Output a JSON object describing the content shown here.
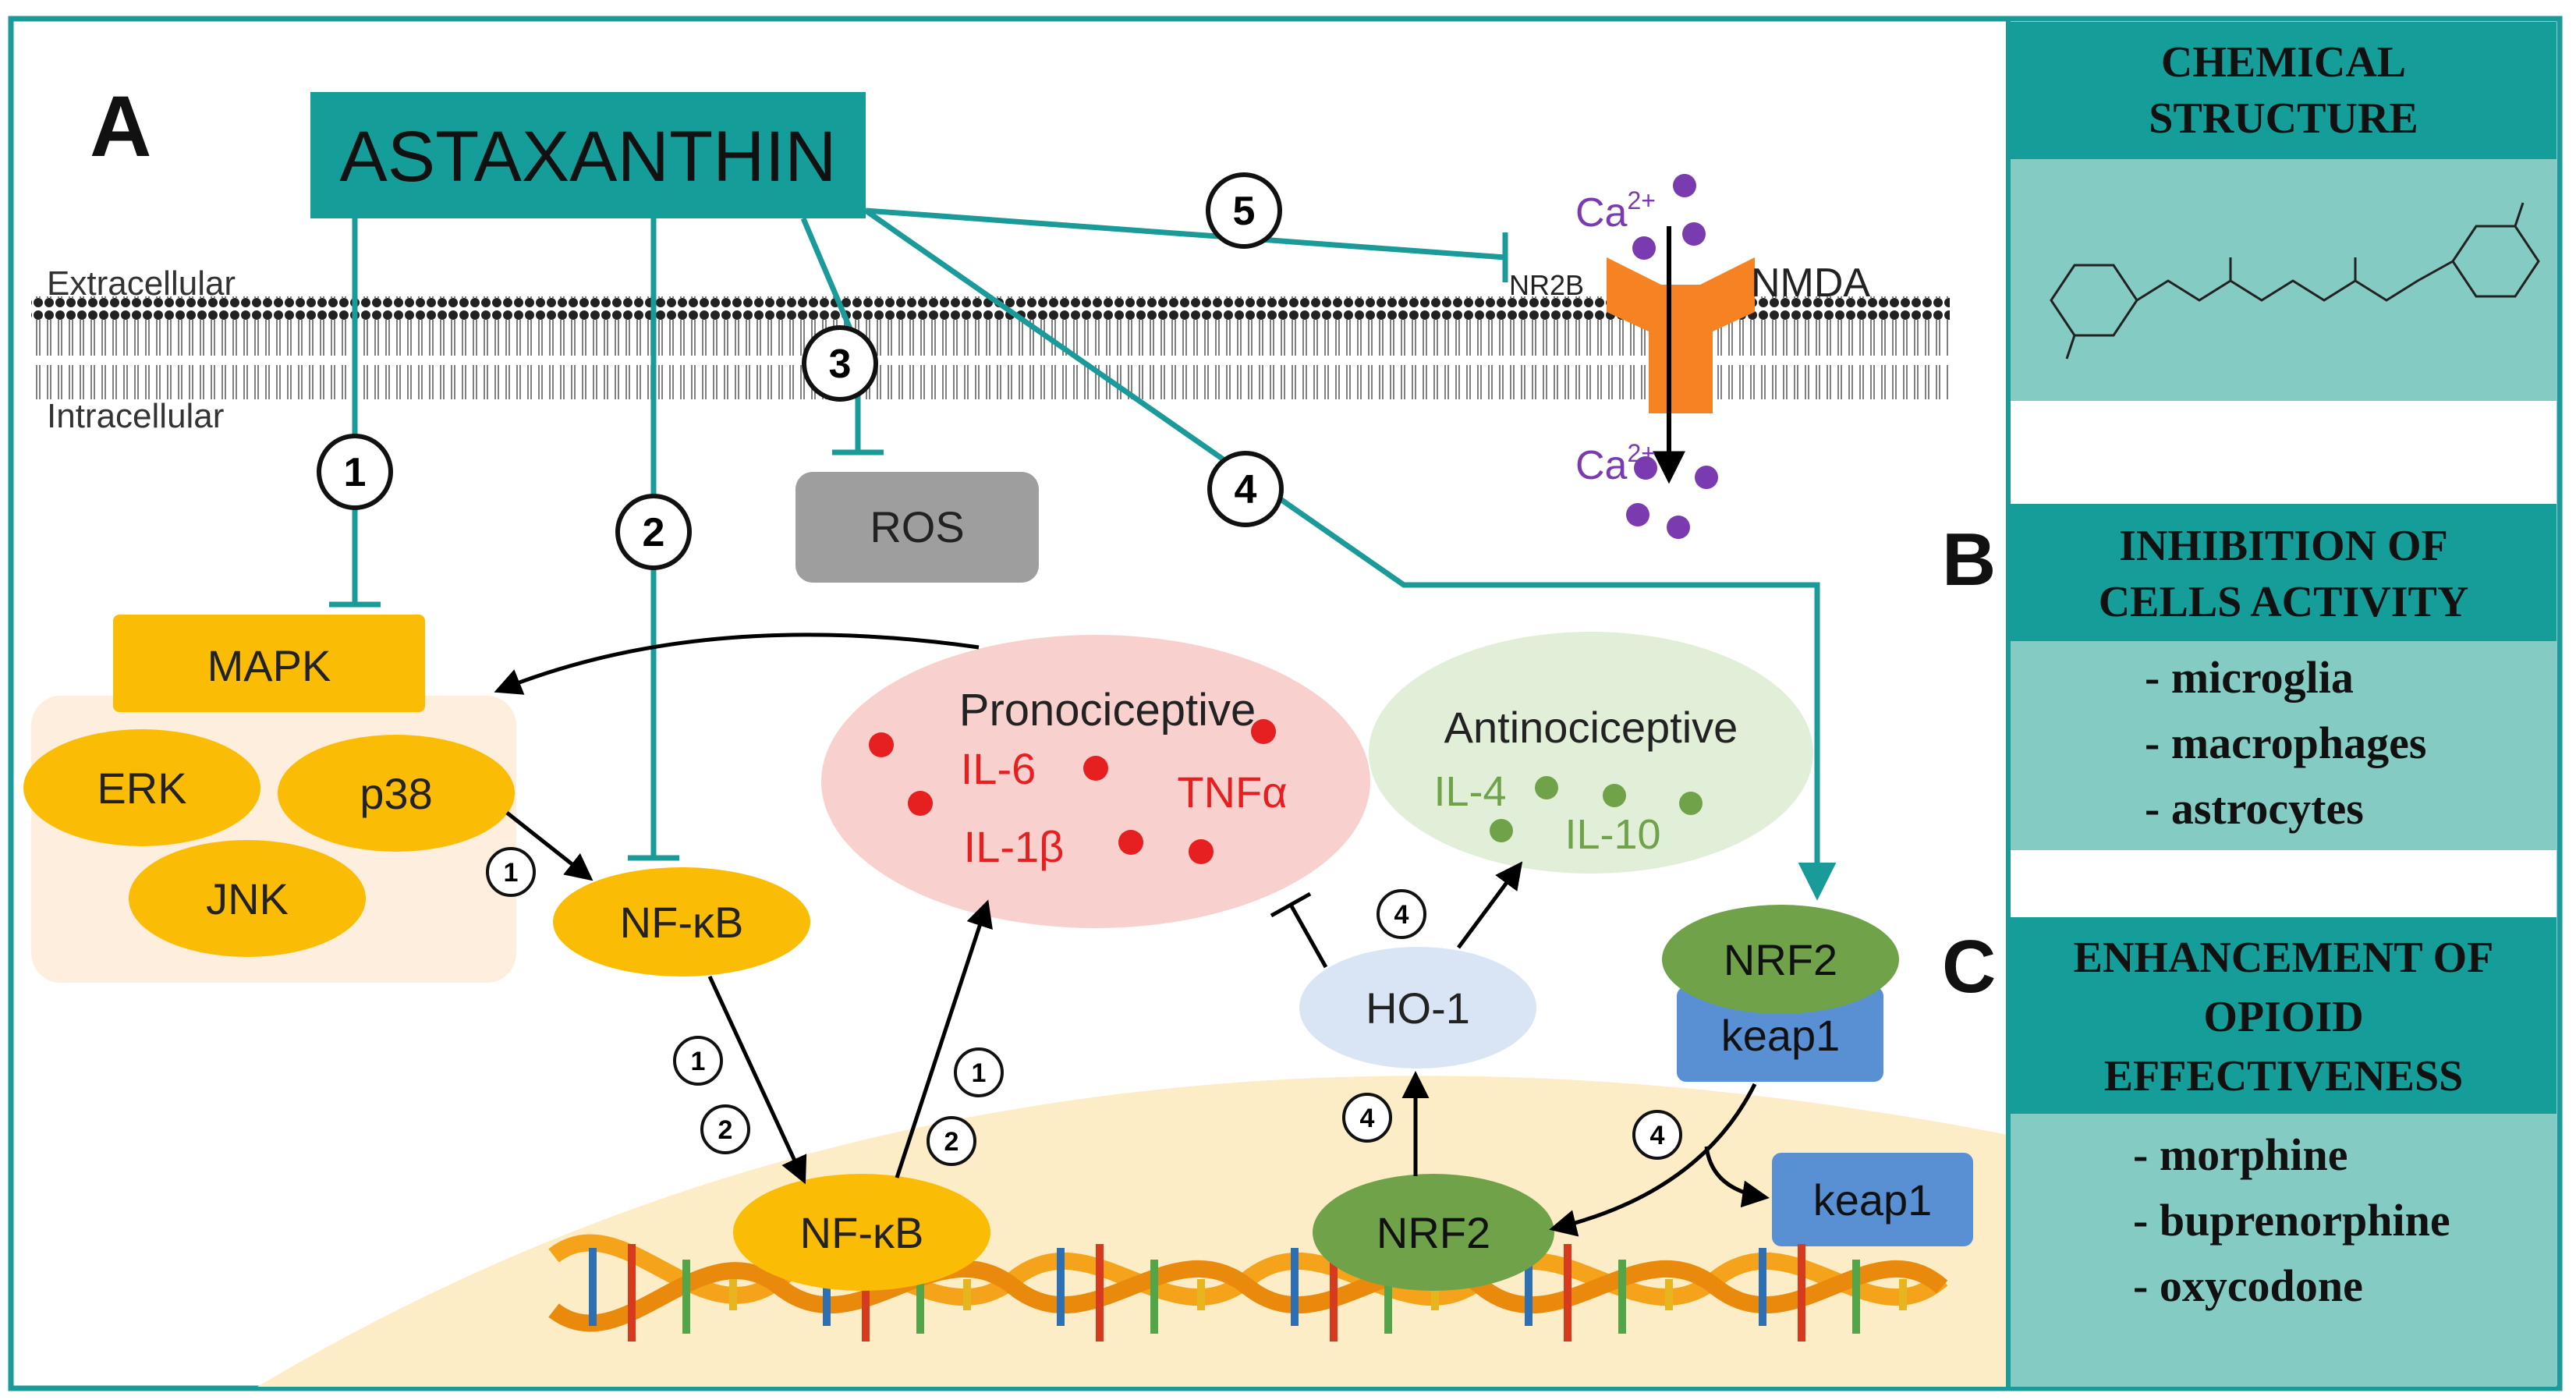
{
  "panels": {
    "a_label": "A",
    "b_label": "B",
    "c_label": "C"
  },
  "astaxanthin": "ASTAXANTHIN",
  "membrane": {
    "extracellular": "Extracellular",
    "intracellular": "Intracellular"
  },
  "nmda": {
    "label": "NMDA",
    "subunit": "NR2B",
    "ion": "Ca",
    "charge": "2+"
  },
  "ros": "ROS",
  "mapk": {
    "label": "MAPK",
    "erk": "ERK",
    "p38": "p38",
    "jnk": "JNK"
  },
  "nfkb": "NF-κB",
  "pronociceptive": {
    "title": "Pronociceptive",
    "il6": "IL-6",
    "tnfa": "TNFα",
    "il1b": "IL-1β"
  },
  "antinociceptive": {
    "title": "Antinociceptive",
    "il4": "IL-4",
    "il10": "IL-10"
  },
  "ho1": "HO-1",
  "nrf2": "NRF2",
  "keap1": "keap1",
  "pathway_numbers": {
    "p1": "1",
    "p2": "2",
    "p3": "3",
    "p4": "4",
    "p5": "5"
  },
  "side": {
    "chemical_structure": [
      "CHEMICAL",
      "STRUCTURE"
    ],
    "inhibition_title": [
      "INHIBITION OF",
      "CELLS ACTIVITY"
    ],
    "inhibition_items": [
      "- microglia",
      "- macrophages",
      "- astrocytes"
    ],
    "enhancement_title": [
      "ENHANCEMENT OF",
      "OPIOID",
      "EFFECTIVENESS"
    ],
    "enhancement_items": [
      "- morphine",
      "- buprenorphine",
      "- oxycodone"
    ]
  },
  "colors": {
    "teal": "#1a9a98",
    "teal_box": "#159e99",
    "teal_light": "#84cbc3",
    "yellow": "#fbbc05",
    "pink": "#f8d1cf",
    "green_light": "#e1efd9",
    "green": "#70a24a",
    "blue_light": "#d9e5f4",
    "blue": "#5990d3",
    "grey": "#9e9e9e",
    "red": "#e62020",
    "purple": "#7b3bb0",
    "orange": "#f68221",
    "nucleus": "#fcedc6",
    "mapk_bg": "#fdeedd"
  }
}
